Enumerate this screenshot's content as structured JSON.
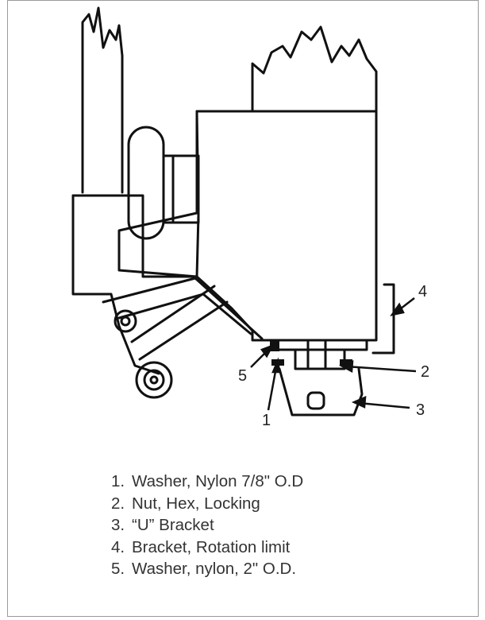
{
  "callouts": {
    "c1": "1",
    "c2": "2",
    "c3": "3",
    "c4": "4",
    "c5": "5"
  },
  "parts_list": [
    {
      "num": "1.",
      "text": "Washer, Nylon 7/8\" O.D"
    },
    {
      "num": "2.",
      "text": "Nut, Hex, Locking"
    },
    {
      "num": "3.",
      "text": "“U” Bracket"
    },
    {
      "num": "4.",
      "text": "Bracket, Rotation limit"
    },
    {
      "num": "5.",
      "text": "Washer, nylon, 2\" O.D."
    }
  ]
}
